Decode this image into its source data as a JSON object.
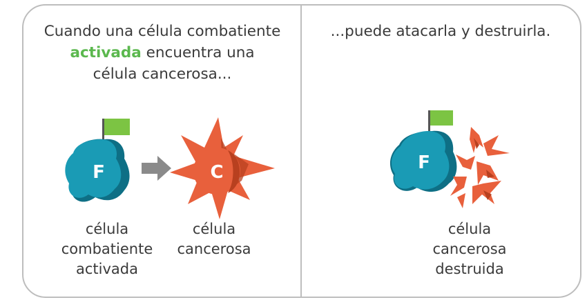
{
  "left_panel": {
    "caption_before": "Cuando una célula combatiente",
    "caption_highlight": "activada",
    "caption_after": "encuentra una",
    "caption_line3": "célula cancerosa...",
    "fighter_letter": "F",
    "cancer_letter": "C",
    "fighter_label": [
      "célula",
      "combatiente",
      "activada"
    ],
    "cancer_label": [
      "célula",
      "cancerosa"
    ]
  },
  "right_panel": {
    "caption": "...puede atacarla y destruirla.",
    "fighter_letter": "F",
    "destroyed_label": [
      "célula",
      "cancerosa",
      "destruida"
    ]
  },
  "colors": {
    "fighter_cell": "#1a9bb5",
    "fighter_cell_dark": "#0e6f85",
    "cancer_cell": "#e8603c",
    "cancer_cell_dark": "#b8401f",
    "flag": "#7cc443",
    "arrow": "#8a8a8a",
    "highlight_text": "#5bb84e",
    "border": "#bdbdbd"
  }
}
